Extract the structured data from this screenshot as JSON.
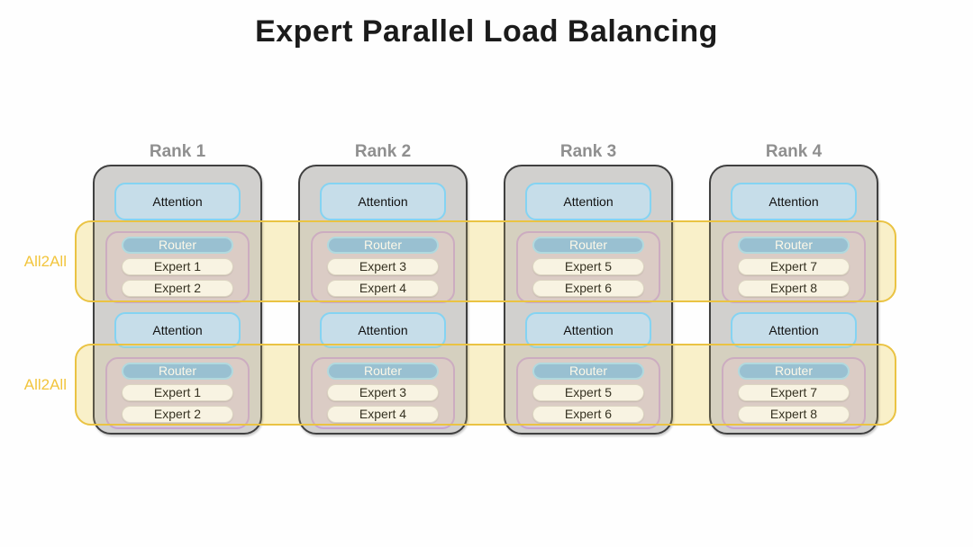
{
  "title": "Expert Parallel Load Balancing",
  "bands": [
    {
      "label": "All2All"
    },
    {
      "label": "All2All"
    }
  ],
  "ranks": [
    {
      "label": "Rank 1",
      "layers": [
        {
          "attention_label": "Attention",
          "router_label": "Router",
          "experts": [
            "Expert 1",
            "Expert 2"
          ]
        },
        {
          "attention_label": "Attention",
          "router_label": "Router",
          "experts": [
            "Expert 1",
            "Expert 2"
          ]
        }
      ]
    },
    {
      "label": "Rank 2",
      "layers": [
        {
          "attention_label": "Attention",
          "router_label": "Router",
          "experts": [
            "Expert 3",
            "Expert 4"
          ]
        },
        {
          "attention_label": "Attention",
          "router_label": "Router",
          "experts": [
            "Expert 3",
            "Expert 4"
          ]
        }
      ]
    },
    {
      "label": "Rank 3",
      "layers": [
        {
          "attention_label": "Attention",
          "router_label": "Router",
          "experts": [
            "Expert 5",
            "Expert 6"
          ]
        },
        {
          "attention_label": "Attention",
          "router_label": "Router",
          "experts": [
            "Expert 5",
            "Expert 6"
          ]
        }
      ]
    },
    {
      "label": "Rank 4",
      "layers": [
        {
          "attention_label": "Attention",
          "router_label": "Router",
          "experts": [
            "Expert 7",
            "Expert 8"
          ]
        },
        {
          "attention_label": "Attention",
          "router_label": "Router",
          "experts": [
            "Expert 7",
            "Expert 8"
          ]
        }
      ]
    }
  ],
  "colors": {
    "band_fill": "#fcf6da",
    "band_border": "#eac343",
    "all2all_text": "#f2c53d",
    "rank_box_fill": "#d1d0ce",
    "rank_box_border": "#404040",
    "rank_label_text": "#8f8f8f",
    "attention_fill": "#c6dde9",
    "attention_border": "#84d3f2",
    "moe_group_fill": "#d8cbd6",
    "moe_group_border": "#c6a5d0",
    "router_fill": "#8abde4",
    "router_border": "#a6daf4",
    "expert_fill": "#fbfaf8",
    "title_text": "#1b1b1b"
  }
}
